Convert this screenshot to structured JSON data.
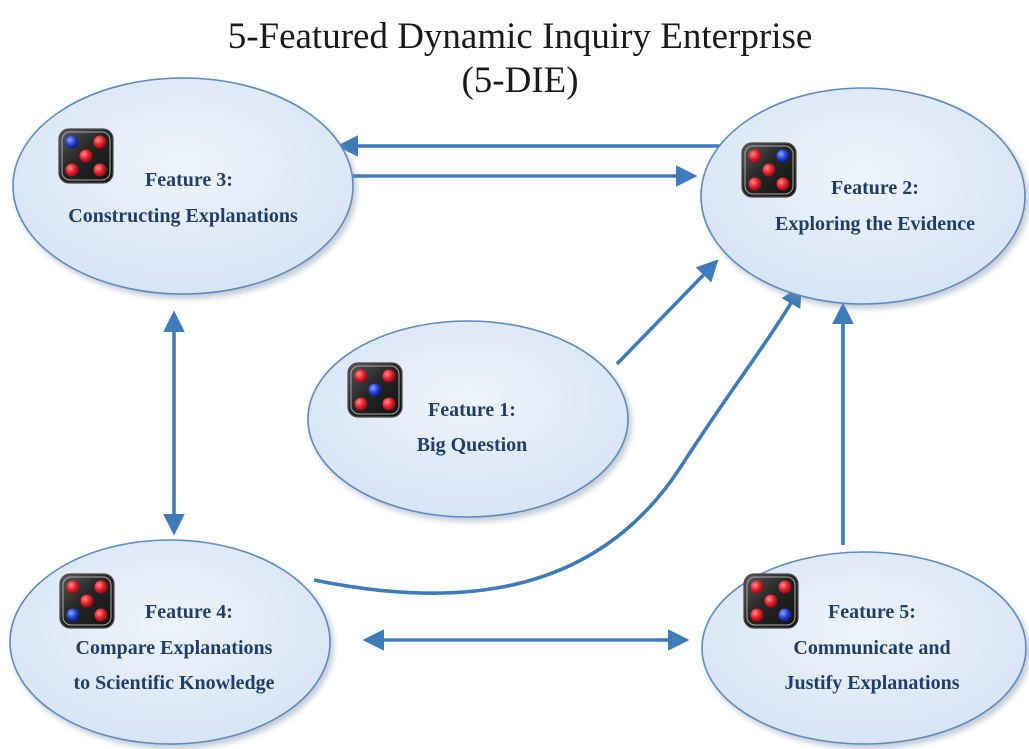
{
  "title": {
    "line1": "5-Featured Dynamic Inquiry Enterprise",
    "line2": "(5-DIE)"
  },
  "colors": {
    "ellipse_fill": "#dde8f6",
    "ellipse_stroke": "#5b8ac2",
    "label_text": "#1f3f6a",
    "arrow": "#3d7bb9",
    "die_body": "#2b2b2b",
    "pip_red": "#e0202a",
    "pip_blue": "#1f3fd6"
  },
  "features": [
    {
      "id": "feature-1",
      "line1": "Feature 1:",
      "line2": "Big Question",
      "line3": "",
      "die_icon": "die-icon-five-pips-blue-center"
    },
    {
      "id": "feature-2",
      "line1": "Feature 2:",
      "line2": "Exploring the Evidence",
      "line3": "",
      "die_icon": "die-icon-five-pips-blue-top-right"
    },
    {
      "id": "feature-3",
      "line1": "Feature 3:",
      "line2": "Constructing Explanations",
      "line3": "",
      "die_icon": "die-icon-five-pips-blue-top-left"
    },
    {
      "id": "feature-4",
      "line1": "Feature 4:",
      "line2": "Compare Explanations",
      "line3": "to Scientific Knowledge",
      "die_icon": "die-icon-five-pips-blue-bottom-left"
    },
    {
      "id": "feature-5",
      "line1": "Feature 5:",
      "line2": "Communicate and",
      "line3": "Justify Explanations",
      "die_icon": "die-icon-five-pips-blue-bottom-right"
    }
  ],
  "connections": [
    {
      "from": "feature-2",
      "to": "feature-3",
      "style": "one-way"
    },
    {
      "from": "feature-3",
      "to": "feature-2",
      "style": "one-way"
    },
    {
      "from": "feature-1",
      "to": "feature-2",
      "style": "one-way"
    },
    {
      "from": "feature-4",
      "to": "feature-2",
      "style": "one-way-curved"
    },
    {
      "from": "feature-5",
      "to": "feature-2",
      "style": "one-way"
    },
    {
      "from": "feature-3",
      "to": "feature-4",
      "style": "two-way"
    },
    {
      "from": "feature-4",
      "to": "feature-5",
      "style": "two-way"
    }
  ]
}
